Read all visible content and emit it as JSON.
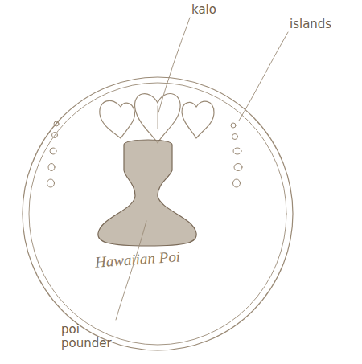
{
  "diagram": {
    "labels": [
      "kalo",
      "islands",
      "Hawaiian Poi",
      "poi pounder"
    ]
  }
}
